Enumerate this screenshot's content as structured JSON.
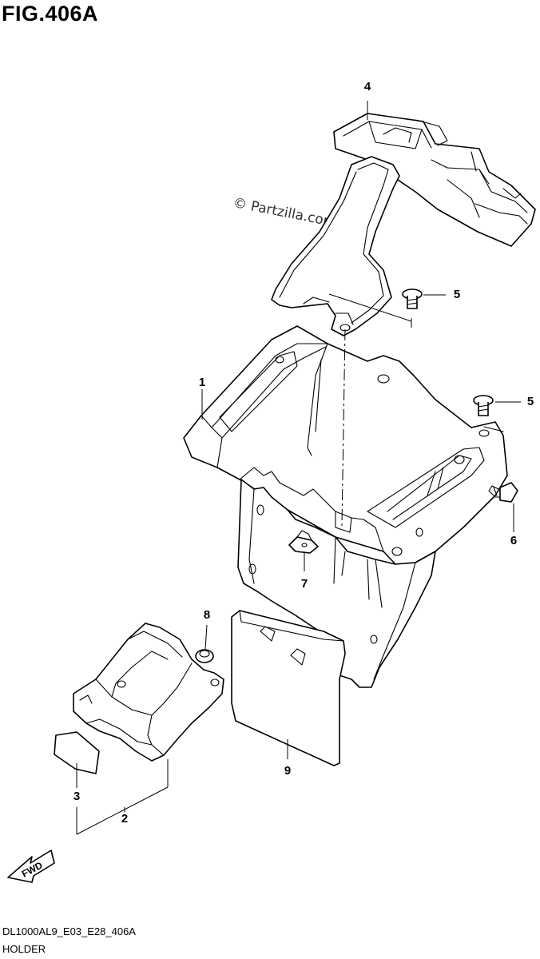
{
  "figure": {
    "title": "FIG.406A",
    "watermark": "© Partzilla.com",
    "code": "DL1000AL9_E03_E28_406A",
    "name": "HOLDER",
    "fwd_label": "FWD"
  },
  "callouts": [
    {
      "id": "c1",
      "label": "1"
    },
    {
      "id": "c2",
      "label": "2"
    },
    {
      "id": "c3",
      "label": "3"
    },
    {
      "id": "c4",
      "label": "4"
    },
    {
      "id": "c5a",
      "label": "5"
    },
    {
      "id": "c5b",
      "label": "5"
    },
    {
      "id": "c6",
      "label": "6"
    },
    {
      "id": "c7",
      "label": "7"
    },
    {
      "id": "c8",
      "label": "8"
    },
    {
      "id": "c9",
      "label": "9"
    }
  ]
}
